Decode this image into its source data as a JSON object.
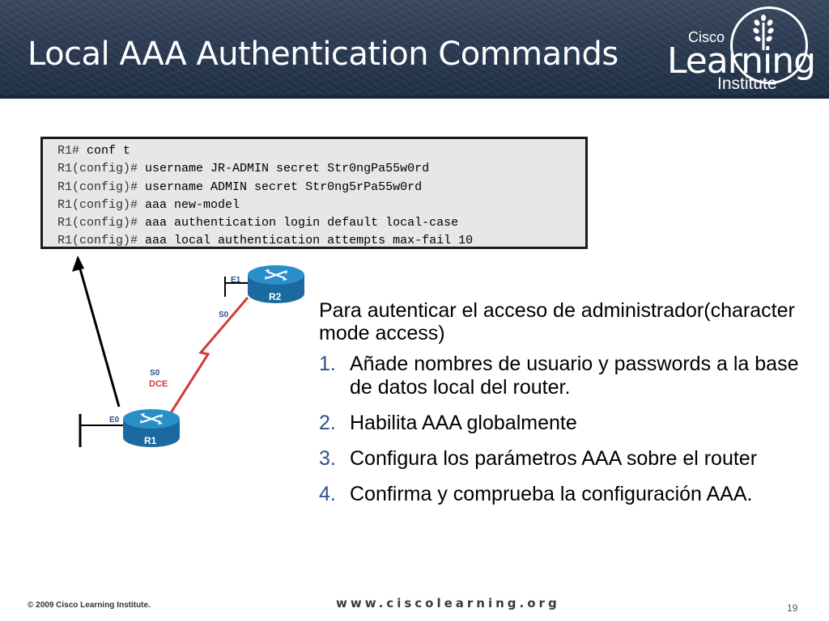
{
  "slide": {
    "title": "Local AAA Authentication Commands",
    "page_number": "19"
  },
  "logo": {
    "brand_line": "Cisco",
    "main": "Learning",
    "sub": "Institute"
  },
  "cli": {
    "lines": [
      {
        "prompt": "R1# ",
        "command": "conf t"
      },
      {
        "prompt": "R1(config)# ",
        "command": "username JR-ADMIN secret Str0ngPa55w0rd"
      },
      {
        "prompt": "R1(config)# ",
        "command": "username ADMIN secret Str0ng5rPa55w0rd"
      },
      {
        "prompt": "R1(config)# ",
        "command": "aaa new-model"
      },
      {
        "prompt": "R1(config)# ",
        "command": "aaa authentication login default local-case"
      },
      {
        "prompt": "R1(config)# ",
        "command": "aaa local authentication attempts max-fail 10"
      }
    ]
  },
  "topology": {
    "r1": {
      "label": "R1",
      "interface_lan": "E0",
      "interface_serial": "S0",
      "role": "DCE"
    },
    "r2": {
      "label": "R2",
      "interface_lan": "E1",
      "interface_serial": "S0"
    },
    "colors": {
      "router": "#1f7fb5",
      "serial_link": "#d43a3a",
      "dce_label": "#d43a3a",
      "interface_label": "#2d4f8c"
    }
  },
  "content": {
    "intro": "Para autenticar el acceso de administrador(character mode access)",
    "steps": [
      {
        "num": "1.",
        "text": "Añade nombres de usuario y passwords a la base de datos local del router."
      },
      {
        "num": "2.",
        "text": "Habilita AAA globalmente"
      },
      {
        "num": "3.",
        "text": "Configura los parámetros AAA sobre el router"
      },
      {
        "num": "4.",
        "text": "Confirma y comprueba la configuración AAA."
      }
    ]
  },
  "footer": {
    "copyright": "© 2009 Cisco Learning Institute.",
    "url": "www.ciscolearning.org"
  }
}
